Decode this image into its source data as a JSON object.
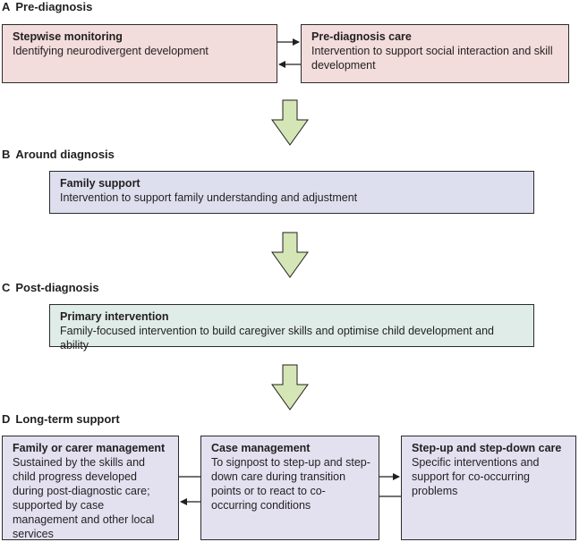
{
  "sections": {
    "a": {
      "letter": "A",
      "title": "Pre-diagnosis"
    },
    "b": {
      "letter": "B",
      "title": "Around diagnosis"
    },
    "c": {
      "letter": "C",
      "title": "Post-diagnosis"
    },
    "d": {
      "letter": "D",
      "title": "Long-term support"
    }
  },
  "boxes": {
    "stepwise": {
      "title": "Stepwise monitoring",
      "desc": "Identifying neurodivergent development"
    },
    "prediag_care": {
      "title": "Pre-diagnosis care",
      "desc": "Intervention to support social interaction and skill development"
    },
    "family_support": {
      "title": "Family support",
      "desc": "Intervention to support family understanding and adjustment"
    },
    "primary": {
      "title": "Primary intervention",
      "desc": "Family-focused intervention to build caregiver skills and optimise child development and ability"
    },
    "family_carer": {
      "title": "Family or carer management",
      "desc": "Sustained by the skills and child progress developed during post-diagnostic care; supported by case management and other local services"
    },
    "case_mgmt": {
      "title": "Case management",
      "desc": "To signpost to step-up and step-down care during transition points or to react to co-occurring conditions"
    },
    "step_care": {
      "title": "Step-up and step-down care",
      "desc": "Specific interventions and support for co-occurring problems"
    }
  },
  "colors": {
    "pink": "#f2dcdc",
    "blue": "#dddfef",
    "green": "#dfece7",
    "lilac": "#e3e0f0",
    "flow_arrow": "#d4e6b5"
  }
}
